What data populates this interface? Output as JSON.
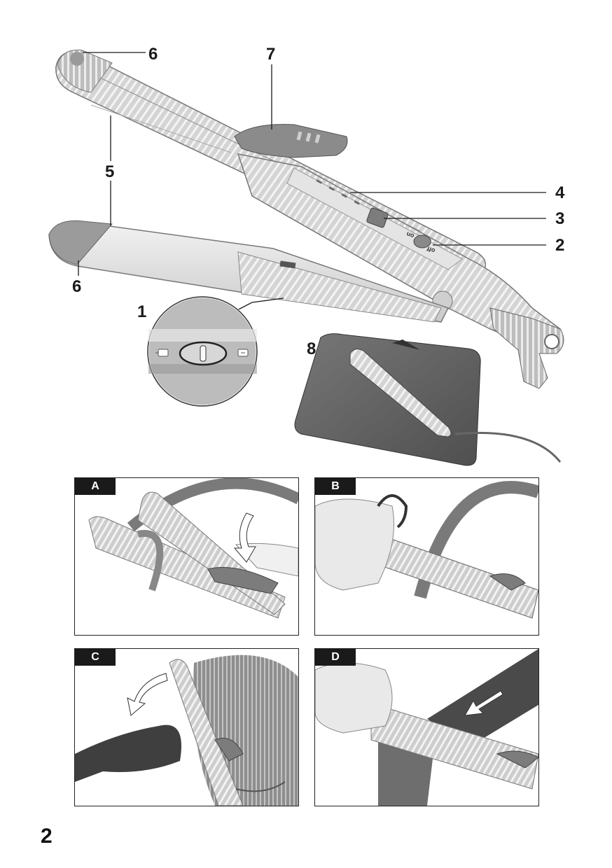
{
  "figure": {
    "callouts": [
      "6",
      "7",
      "5",
      "4",
      "3",
      "2",
      "6",
      "1",
      "8"
    ],
    "switch_labels": {
      "on": "on",
      "off": "off"
    }
  },
  "steps": [
    {
      "label": "A"
    },
    {
      "label": "B"
    },
    {
      "label": "C"
    },
    {
      "label": "D"
    }
  ],
  "page_number": "2",
  "colors": {
    "device_light": "#dcdcdc",
    "device_mid": "#a9a9a9",
    "device_dark": "#6e6e6e",
    "mat": "#5e5e5e",
    "ink": "#1a1a1a"
  }
}
